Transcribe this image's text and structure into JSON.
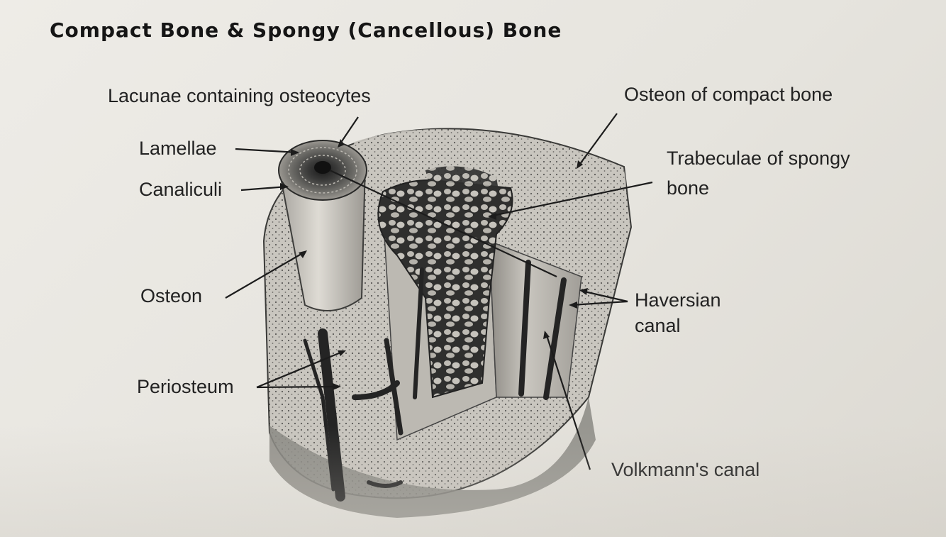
{
  "title": "Compact Bone & Spongy (Cancellous) Bone",
  "labels": {
    "lacunae": "Lacunae containing osteocytes",
    "lamellae": "Lamellae",
    "canaliculi": "Canaliculi",
    "osteon": "Osteon",
    "periosteum": "Periosteum",
    "osteon_compact": "Osteon of compact bone",
    "trabeculae_line1": "Trabeculae of  spongy",
    "trabeculae_line2": "bone",
    "haversian_line1": "Haversian",
    "haversian_line2": "canal",
    "volkmann": "Volkmann's canal"
  },
  "colors": {
    "background": "#e9e7e2",
    "ink": "#1e1e1e",
    "bone_light": "#d6d3cc",
    "bone_dark": "#4a4a48"
  }
}
